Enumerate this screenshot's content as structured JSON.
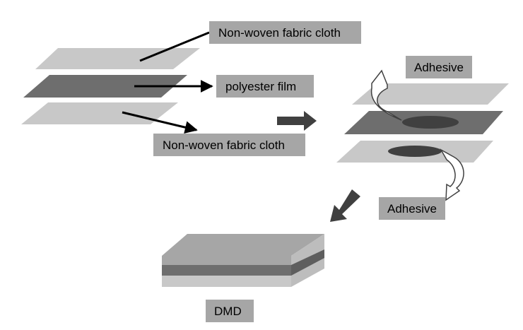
{
  "labels": {
    "top_fabric": "Non-woven fabric cloth",
    "film": "polyester film",
    "bottom_fabric": "Non-woven fabric cloth",
    "adhesive_top": "Adhesive",
    "adhesive_bottom": "Adhesive",
    "product": "DMD"
  },
  "colors": {
    "light_layer": "#c8c8c8",
    "dark_layer": "#6e6e6e",
    "label_bg": "#a6a6a6",
    "arrow": "#404040",
    "adhesive_spot": "#404040"
  }
}
